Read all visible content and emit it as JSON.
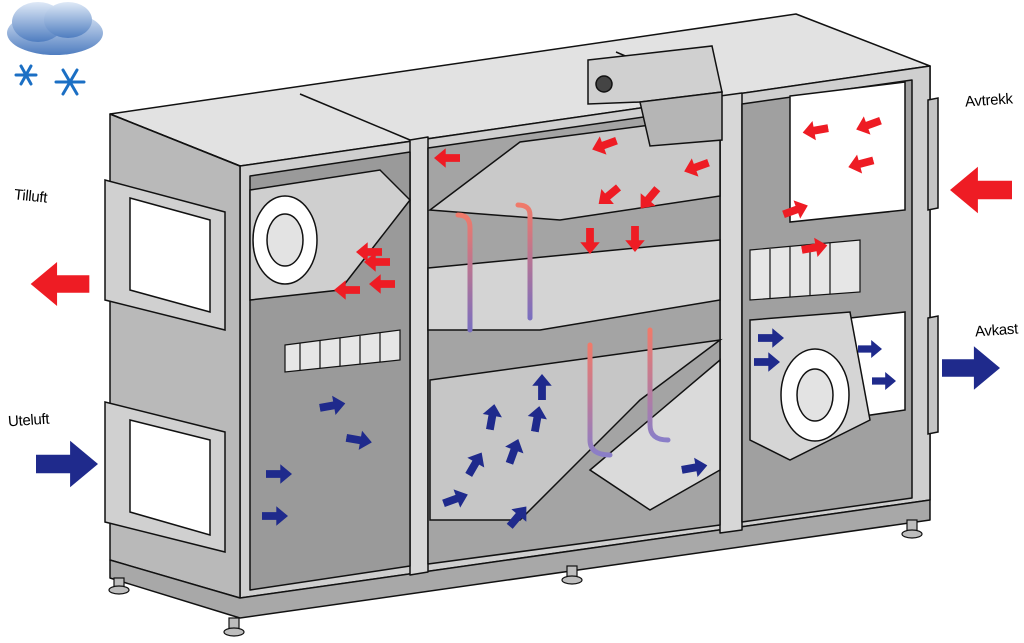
{
  "labels": {
    "supply": "Tilluft",
    "outdoor": "Uteluft",
    "extract": "Avtrekk",
    "exhaust": "Avkast"
  },
  "colors": {
    "warm_arrow": "#ee1c24",
    "cold_arrow": "#1f2a8c",
    "casing_light": "#d8d8d8",
    "casing_mid": "#bdbdbd",
    "casing_dark": "#8f8f8f",
    "outline": "#111111",
    "cloud": "#5b86c4",
    "snow": "#1b6fc4"
  },
  "icons": [
    "weather-cloud-icon",
    "snowflake-icon"
  ]
}
